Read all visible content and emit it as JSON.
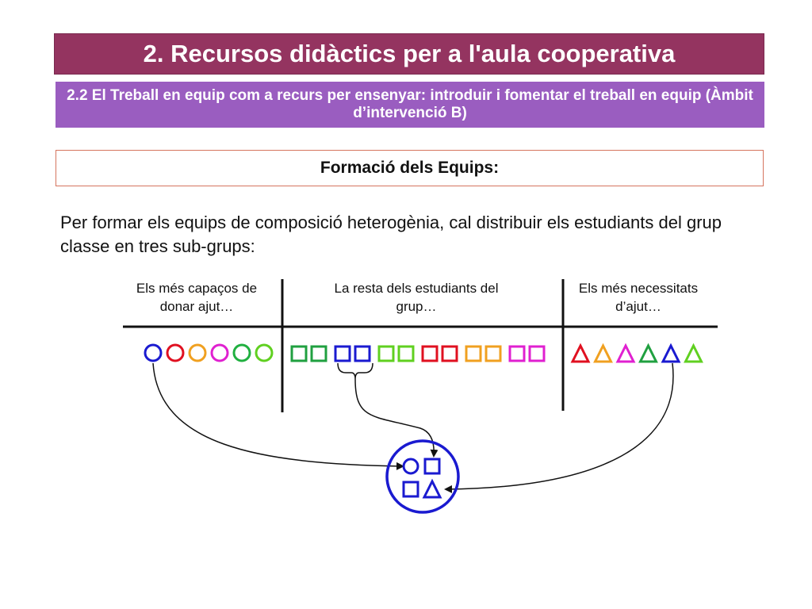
{
  "header": {
    "title": "2. Recursos didàctics per a l'aula cooperativa",
    "subtitle": "2.2 El Treball en equip com a recurs per ensenyar: introduir i fomentar el treball en equip (Àmbit d’intervenció B)"
  },
  "section": {
    "heading": "Formació dels Equips:"
  },
  "body": {
    "intro": "Per formar els equips de composició heterogènia, cal distribuir els estudiants del grup classe en tres sub-grups:"
  },
  "groups": {
    "left_label": "Els més capaços de donar ajut…",
    "middle_label": "La resta dels estudiants del grup…",
    "right_label": "Els més necessitats d’ajut…"
  },
  "shapes": {
    "circles": [
      "#1a1ad0",
      "#e01020",
      "#f0a020",
      "#e020d0",
      "#20b040",
      "#60d020"
    ],
    "squares": [
      "#20a040",
      "#20a040",
      "#1a1ad0",
      "#1a1ad0",
      "#60d020",
      "#60d020",
      "#e01020",
      "#e01020",
      "#f0a020",
      "#f0a020",
      "#e020d0",
      "#e020d0"
    ],
    "triangles": [
      "#e01020",
      "#f0a020",
      "#e020d0",
      "#20a040",
      "#1a1ad0",
      "#60d020"
    ],
    "team_color": "#1a1ad0"
  }
}
